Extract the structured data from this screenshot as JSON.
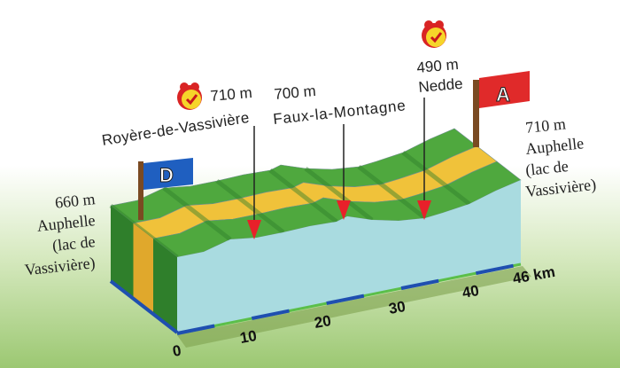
{
  "start": {
    "flag_letter": "D",
    "altitude": "660 m",
    "place_lines": [
      "Auphelle",
      "(lac de",
      "Vassivière)"
    ],
    "flag_color": "#1f5fc0"
  },
  "finish": {
    "flag_letter": "A",
    "altitude": "710 m",
    "place_lines": [
      "Auphelle",
      "(lac de",
      "Vassivière)"
    ],
    "flag_color": "#e02a2a"
  },
  "waypoints": [
    {
      "altitude": "710 m",
      "name": "Royère-de-Vassivière",
      "icon": "stopwatch-icon"
    },
    {
      "altitude": "700 m",
      "name": "Faux-la-Montagne"
    },
    {
      "altitude": "490 m",
      "name": "Nedde",
      "icon": "stopwatch-icon"
    }
  ],
  "distance_ticks": [
    "0",
    "10",
    "20",
    "30",
    "40"
  ],
  "total_distance": "46 km",
  "colors": {
    "front": "#a9dbe0",
    "grass": "#4fa83e",
    "grass_dark": "#2f7f2b",
    "road": "#f0c23a",
    "marker": "#e8202a"
  }
}
